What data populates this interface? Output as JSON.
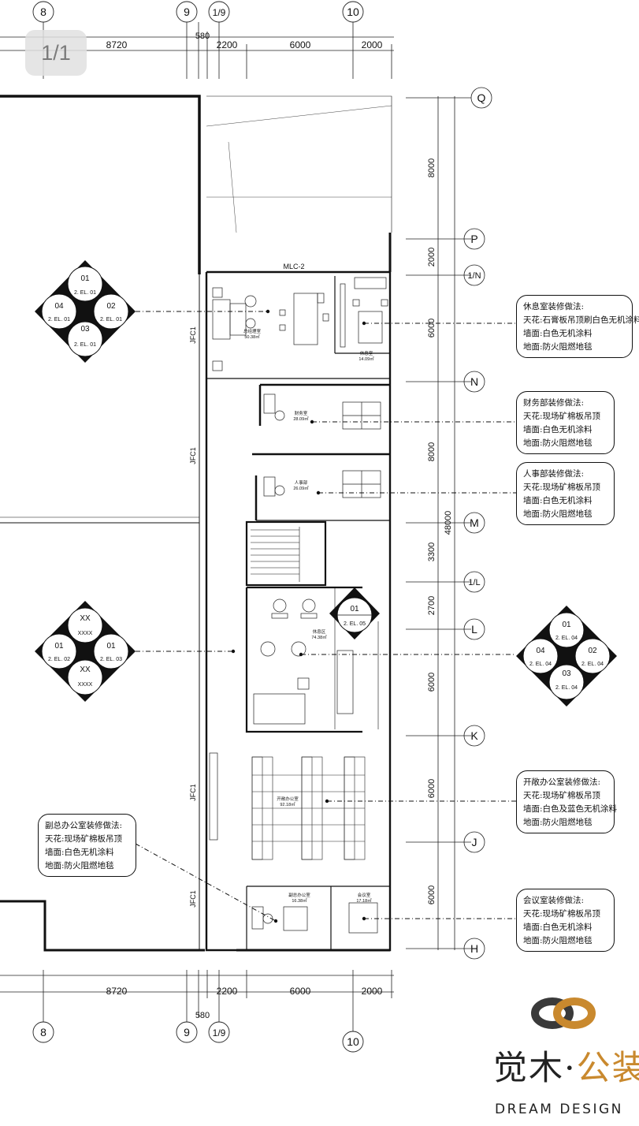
{
  "page_indicator": "1/1",
  "grid_top": {
    "axes": [
      "8",
      "9",
      "1/9",
      "10"
    ],
    "dims": [
      "8720",
      "580",
      "2200",
      "6000",
      "2000"
    ]
  },
  "grid_bottom": {
    "axes": [
      "8",
      "9",
      "1/9",
      "10"
    ],
    "dims": [
      "8720",
      "580",
      "2200",
      "6000",
      "2000"
    ]
  },
  "grid_right": {
    "axes": [
      "Q",
      "P",
      "1/N",
      "N",
      "M",
      "1/L",
      "L",
      "K",
      "J",
      "H"
    ],
    "dims": [
      "8000",
      "2000",
      "6000",
      "8000",
      "3300",
      "2700",
      "6000",
      "6000",
      "6000"
    ],
    "total": "48000"
  },
  "wall_labels": [
    "JFC1",
    "JFC1",
    "JFC1",
    "JFC1"
  ],
  "door_label": "MLC-2",
  "rooms": [
    {
      "name": "总经理室",
      "area": "50.38㎡"
    },
    {
      "name": "休息室",
      "area": "14.09㎡"
    },
    {
      "name": "财务室",
      "area": "28.09㎡"
    },
    {
      "name": "人事部",
      "area": "26.09㎡"
    },
    {
      "name": "休息区",
      "area": "74.38㎡"
    },
    {
      "name": "开敞办公室",
      "area": "92.18㎡"
    },
    {
      "name": "副总办公室",
      "area": "16.38㎡"
    },
    {
      "name": "会议室",
      "area": "17.18㎡"
    }
  ],
  "elevation_markers": [
    {
      "top": "01",
      "top_sub": "2. EL. 01",
      "left": "04",
      "left_sub": "2. EL. 01",
      "right": "02",
      "right_sub": "2. EL. 01",
      "bottom": "03",
      "bottom_sub": "2. EL. 01"
    },
    {
      "top": "XX",
      "top_sub": "XXXX",
      "left": "01",
      "left_sub": "2. EL. 02",
      "right": "01",
      "right_sub": "2. EL. 03",
      "bottom": "XX",
      "bottom_sub": "XXXX"
    },
    {
      "top": "01",
      "top_sub": "2. EL. 04",
      "left": "04",
      "left_sub": "2. EL. 04",
      "right": "02",
      "right_sub": "2. EL. 04",
      "bottom": "03",
      "bottom_sub": "2. EL. 04"
    },
    {
      "top": "01",
      "top_sub": "2. EL. 05"
    }
  ],
  "notes": [
    {
      "title": "休息室装修做法:",
      "lines": [
        "天花:石膏板吊顶刷白色无机涂料",
        "墙面:白色无机涂料",
        "地面:防火阻燃地毯"
      ]
    },
    {
      "title": "财务部装修做法:",
      "lines": [
        "天花:现场矿棉板吊顶",
        "墙面:白色无机涂料",
        "地面:防火阻燃地毯"
      ]
    },
    {
      "title": "人事部装修做法:",
      "lines": [
        "天花:现场矿棉板吊顶",
        "墙面:白色无机涂料",
        "地面:防火阻燃地毯"
      ]
    },
    {
      "title": "开敞办公室装修做法:",
      "lines": [
        "天花:现场矿棉板吊顶",
        "墙面:白色及蓝色无机涂料",
        "地面:防火阻燃地毯"
      ]
    },
    {
      "title": "会议室装修做法:",
      "lines": [
        "天花:现场矿棉板吊顶",
        "墙面:白色无机涂料",
        "地面:防火阻燃地毯"
      ]
    },
    {
      "title": "副总办公室装修做法:",
      "lines": [
        "天花:现场矿棉板吊顶",
        "墙面:白色无机涂料",
        "地面:防火阻燃地毯"
      ]
    }
  ],
  "brand": {
    "cn_a": "觉木",
    "cn_dot": "·",
    "cn_b": "公装",
    "en": "DREAM DESIGN",
    "colors": {
      "dark": "#3a3a3a",
      "gold": "#c9892e"
    }
  }
}
